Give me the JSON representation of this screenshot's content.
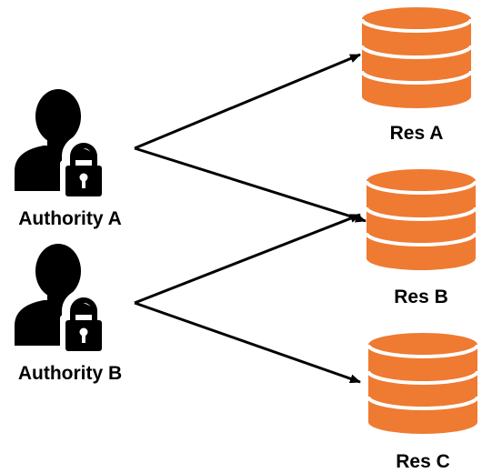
{
  "authorities": [
    {
      "label": "Authority A"
    },
    {
      "label": "Authority B"
    }
  ],
  "resources": [
    {
      "label": "Res A"
    },
    {
      "label": "Res B"
    },
    {
      "label": "Res C"
    }
  ],
  "connections": [
    {
      "from": "Authority A",
      "to": "Res A"
    },
    {
      "from": "Authority A",
      "to": "Res B"
    },
    {
      "from": "Authority B",
      "to": "Res B"
    },
    {
      "from": "Authority B",
      "to": "Res C"
    }
  ],
  "colors": {
    "database_fill": "#ef7a32",
    "database_stripe": "#ffffff",
    "icon_fill": "#000000",
    "arrow": "#000000"
  },
  "icons": {
    "authority": "user-lock-icon",
    "resource": "database-icon"
  }
}
